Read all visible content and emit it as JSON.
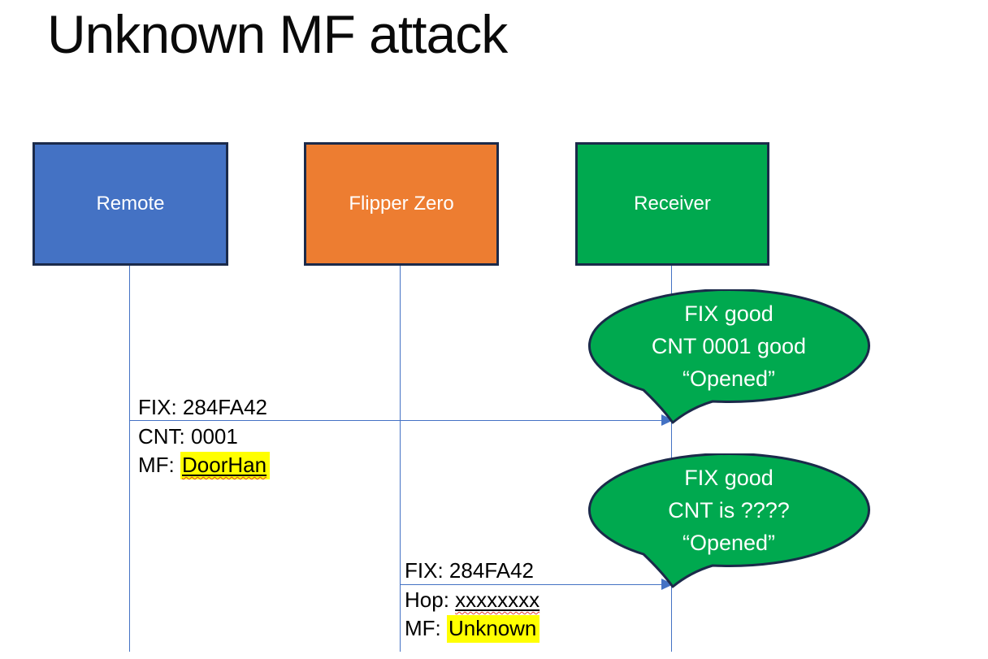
{
  "slide": {
    "title": "Unknown MF attack"
  },
  "actors": [
    {
      "label": "Remote",
      "fill": "#4472C4"
    },
    {
      "label": "Flipper Zero",
      "fill": "#ED7D31"
    },
    {
      "label": "Receiver",
      "fill": "#00A94F"
    }
  ],
  "messages": [
    {
      "from": "Remote",
      "to": "Receiver",
      "above": "FIX: 284FA42",
      "rows": [
        {
          "prefix": "CNT: ",
          "value": "0001"
        },
        {
          "prefix": "MF: ",
          "value": "DoorHan"
        }
      ]
    },
    {
      "from": "Flipper Zero",
      "to": "Receiver",
      "above": "FIX: 284FA42",
      "rows": [
        {
          "prefix": "Hop: ",
          "value": "xxxxxxxx"
        },
        {
          "prefix": "MF: ",
          "value": "Unknown"
        }
      ]
    }
  ],
  "callouts": [
    {
      "lines": [
        "FIX good",
        "CNT 0001 good",
        "“Opened”"
      ]
    },
    {
      "lines": [
        "FIX good",
        "CNT is ????",
        "“Opened”"
      ]
    }
  ],
  "colors": {
    "actor_blue": "#4472C4",
    "actor_orange": "#ED7D31",
    "actor_green": "#00A94F",
    "outline_navy": "#1B2A4A",
    "connector_blue": "#4472C4",
    "highlight_yellow": "#FFFF00",
    "spellcheck_red": "#E03C31"
  }
}
